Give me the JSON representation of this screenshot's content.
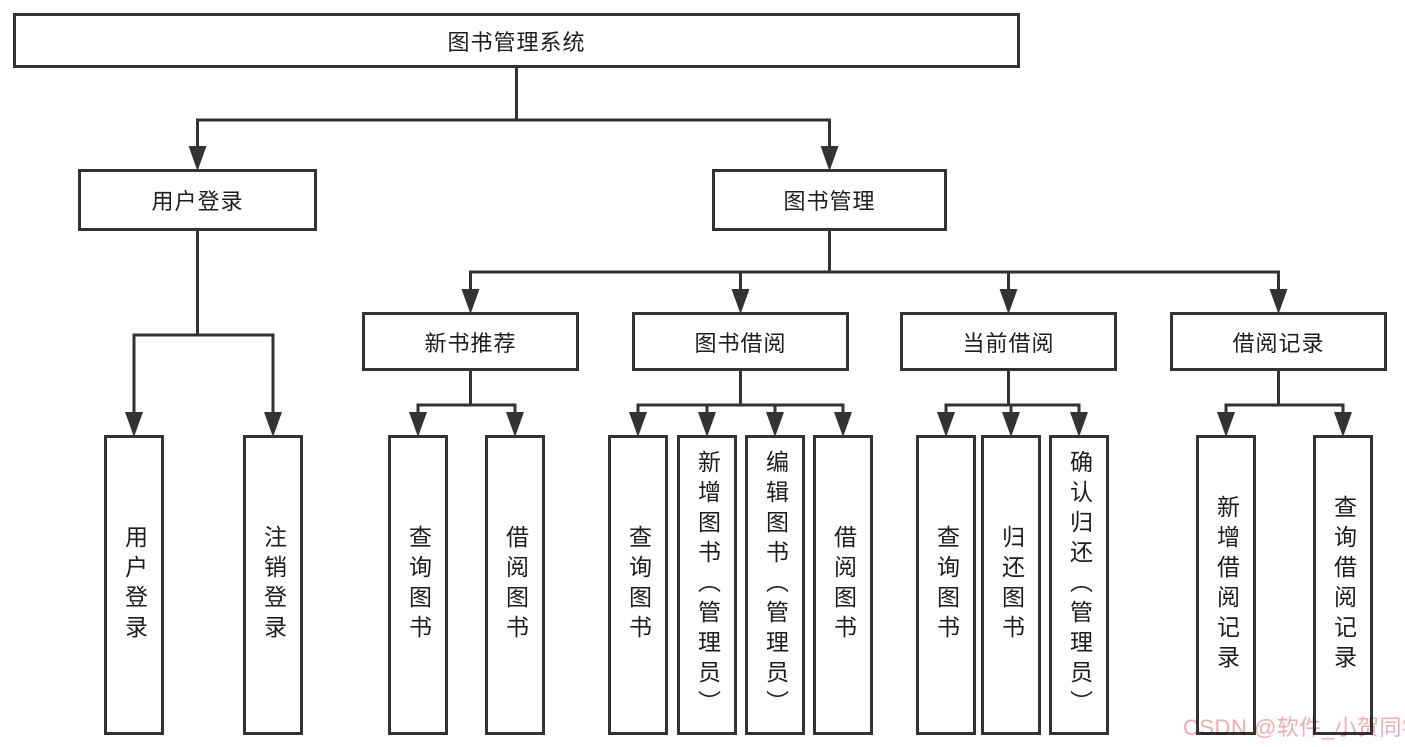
{
  "diagram": {
    "title": "图书管理系统",
    "nodes": [
      {
        "id": "root",
        "label": "图书管理系统",
        "orientation": "horizontal",
        "parent": null
      },
      {
        "id": "user-login",
        "label": "用户登录",
        "orientation": "horizontal",
        "parent": "root"
      },
      {
        "id": "book-mgmt",
        "label": "图书管理",
        "orientation": "horizontal",
        "parent": "root"
      },
      {
        "id": "new-book-rec",
        "label": "新书推荐",
        "orientation": "horizontal",
        "parent": "book-mgmt"
      },
      {
        "id": "book-borrow",
        "label": "图书借阅",
        "orientation": "horizontal",
        "parent": "book-mgmt"
      },
      {
        "id": "current-borrow",
        "label": "当前借阅",
        "orientation": "horizontal",
        "parent": "book-mgmt"
      },
      {
        "id": "borrow-records",
        "label": "借阅记录",
        "orientation": "horizontal",
        "parent": "book-mgmt"
      },
      {
        "id": "login-leaf",
        "label": "用户登录",
        "orientation": "vertical",
        "parent": "user-login"
      },
      {
        "id": "logout-leaf",
        "label": "注销登录",
        "orientation": "vertical",
        "parent": "user-login"
      },
      {
        "id": "rec-query",
        "label": "查询图书",
        "orientation": "vertical",
        "parent": "new-book-rec"
      },
      {
        "id": "rec-borrow",
        "label": "借阅图书",
        "orientation": "vertical",
        "parent": "new-book-rec"
      },
      {
        "id": "bb-query",
        "label": "查询图书",
        "orientation": "vertical",
        "parent": "book-borrow"
      },
      {
        "id": "bb-add",
        "label": "新增图书（管理员）",
        "orientation": "vertical",
        "parent": "book-borrow"
      },
      {
        "id": "bb-edit",
        "label": "编辑图书（管理员）",
        "orientation": "vertical",
        "parent": "book-borrow"
      },
      {
        "id": "bb-borrow",
        "label": "借阅图书",
        "orientation": "vertical",
        "parent": "book-borrow"
      },
      {
        "id": "cb-query",
        "label": "查询图书",
        "orientation": "vertical",
        "parent": "current-borrow"
      },
      {
        "id": "cb-return",
        "label": "归还图书",
        "orientation": "vertical",
        "parent": "current-borrow"
      },
      {
        "id": "cb-confirm",
        "label": "确认归还（管理员）",
        "orientation": "vertical",
        "parent": "current-borrow"
      },
      {
        "id": "br-add",
        "label": "新增借阅记录",
        "orientation": "vertical",
        "parent": "borrow-records"
      },
      {
        "id": "br-query",
        "label": "查询借阅记录",
        "orientation": "vertical",
        "parent": "borrow-records"
      }
    ]
  },
  "watermark": {
    "text": "CSDN @软件_小贺同学"
  },
  "colors": {
    "background": "#ffffff",
    "line": "#333333",
    "box_border": "#333333",
    "box_fill": "#ffffff",
    "text": "#1d1d1f",
    "watermark": "#efacb3"
  }
}
